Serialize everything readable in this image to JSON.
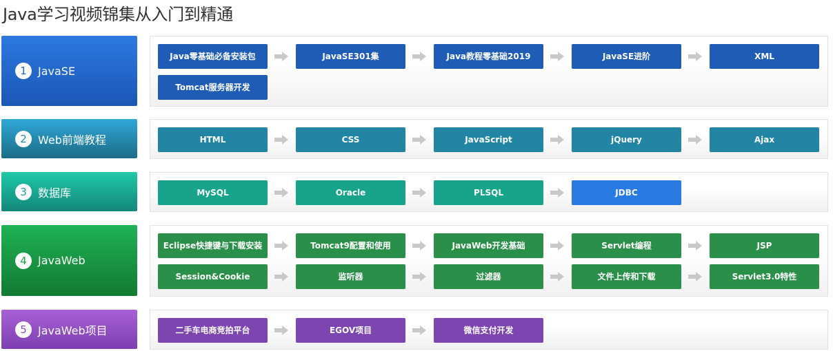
{
  "page": {
    "title": "Java学习视频锦集从入门到精通"
  },
  "stages": [
    {
      "num": "1",
      "label": "JavaSE",
      "colors": {
        "top": "#2d79df",
        "bottom": "#1a57b7",
        "chip": "#1e5cb6",
        "num_text": "#2565c6"
      },
      "rows": [
        [
          "Java零基础必备安装包",
          "JavaSE301集",
          "Java教程零基础2019",
          "JavaSE进阶",
          "XML"
        ],
        [
          "Tomcat服务器开发"
        ]
      ]
    },
    {
      "num": "2",
      "label": "Web前端教程",
      "colors": {
        "top": "#2fa8d8",
        "bottom": "#1c6c86",
        "chip": "#2285a3",
        "num_text": "#2588a8"
      },
      "rows": [
        [
          "HTML",
          "CSS",
          "JavaScript",
          "jQuery",
          "Ajax"
        ]
      ]
    },
    {
      "num": "3",
      "label": "数据库",
      "colors": {
        "top": "#1ec9a6",
        "bottom": "#14877b",
        "chip": "#17a48b",
        "num_text": "#17a48b"
      },
      "rows": [
        [
          "MySQL",
          "Oracle",
          "PLSQL",
          "JDBC"
        ]
      ],
      "highlight": {
        "row": 0,
        "col": 3,
        "color": "#2a7ae4"
      }
    },
    {
      "num": "4",
      "label": "JavaWeb",
      "colors": {
        "top": "#1fb255",
        "bottom": "#137a32",
        "chip": "#2a8f48",
        "num_text": "#1f9b47"
      },
      "rows": [
        [
          "Eclipse快捷键与下载安装",
          "Tomcat9配置和使用",
          "JavaWeb开发基础",
          "Servlet编程",
          "JSP"
        ],
        [
          "Session&Cookie",
          "监听器",
          "过滤器",
          "文件上传和下载",
          "Servlet3.0特性"
        ]
      ]
    },
    {
      "num": "5",
      "label": "JavaWeb项目",
      "colors": {
        "top": "#a861d6",
        "bottom": "#7d3fb0",
        "chip": "#7c45b0",
        "num_text": "#8a4cc0"
      },
      "rows": [
        [
          "二手车电商竞拍平台",
          "EGOV项目",
          "微信支付开发"
        ]
      ]
    }
  ],
  "icons": {
    "connector": "right-arrow-icon",
    "connector_color": "#c9c9c9"
  }
}
